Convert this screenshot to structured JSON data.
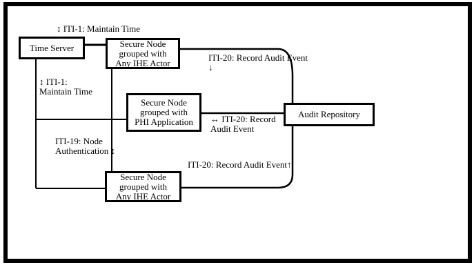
{
  "boxes": {
    "time_server": {
      "label": "Time Server"
    },
    "secure_node_top": {
      "lines": [
        "Secure Node",
        "grouped with",
        "Any IHE Actor"
      ]
    },
    "secure_node_phi": {
      "lines": [
        "Secure Node",
        "grouped with",
        "PHI Application"
      ]
    },
    "audit_repository": {
      "label": "Audit Repository"
    },
    "secure_node_bottom": {
      "lines": [
        "Secure Node",
        "grouped with",
        "Any IHE Actor"
      ]
    }
  },
  "labels": {
    "iti1_top": {
      "text": "↕ ITI-1: Maintain Time"
    },
    "iti1_left": {
      "lines": [
        "↕ ITI-1:",
        "Maintain Time"
      ]
    },
    "iti19": {
      "lines": [
        "ITI-19: Node",
        "Authentication ↕"
      ]
    },
    "iti20_top": {
      "lines": [
        "ITI-20: Record Audit Event",
        "↓"
      ]
    },
    "iti20_mid": {
      "lines": [
        "↔ ITI-20: Record",
        "Audit Event"
      ]
    },
    "iti20_bottom": {
      "text": "ITI-20: Record Audit Event↑"
    }
  },
  "colors": {
    "line": "#000000",
    "background": "#ffffff"
  }
}
